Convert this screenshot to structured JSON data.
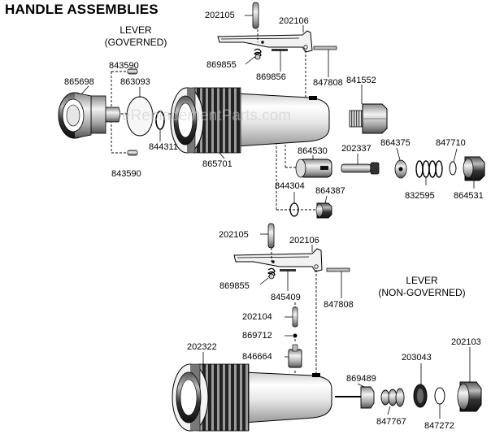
{
  "title": "HANDLE ASSEMBLIES",
  "watermark": "eReplacementParts.com",
  "lever_governed": [
    "LEVER",
    "(GOVERNED)"
  ],
  "lever_non_governed": [
    "LEVER",
    "(NON-GOVERNED)"
  ],
  "parts_upper": {
    "p202105": "202105",
    "p202106": "202106",
    "p869855": "869855",
    "p869856": "869856",
    "p847808": "847808",
    "p843590_top": "843590",
    "p865698": "865698",
    "p863093": "863093",
    "p841552": "841552",
    "p844311": "844311",
    "p865701": "865701",
    "p843590_bottom": "843590",
    "p864530": "864530",
    "p202337": "202337",
    "p864375": "864375",
    "p847710": "847710",
    "p832595": "832595",
    "p864531": "864531",
    "p844304": "844304",
    "p864387": "864387"
  },
  "parts_lower": {
    "p202105": "202105",
    "p202106": "202106",
    "p869855": "869855",
    "p845409": "845409",
    "p847808": "847808",
    "p202104": "202104",
    "p869712": "869712",
    "p846664": "846664",
    "p202322": "202322",
    "p869489": "869489",
    "p203043": "203043",
    "p202103": "202103",
    "p847767": "847767",
    "p847272": "847272"
  }
}
